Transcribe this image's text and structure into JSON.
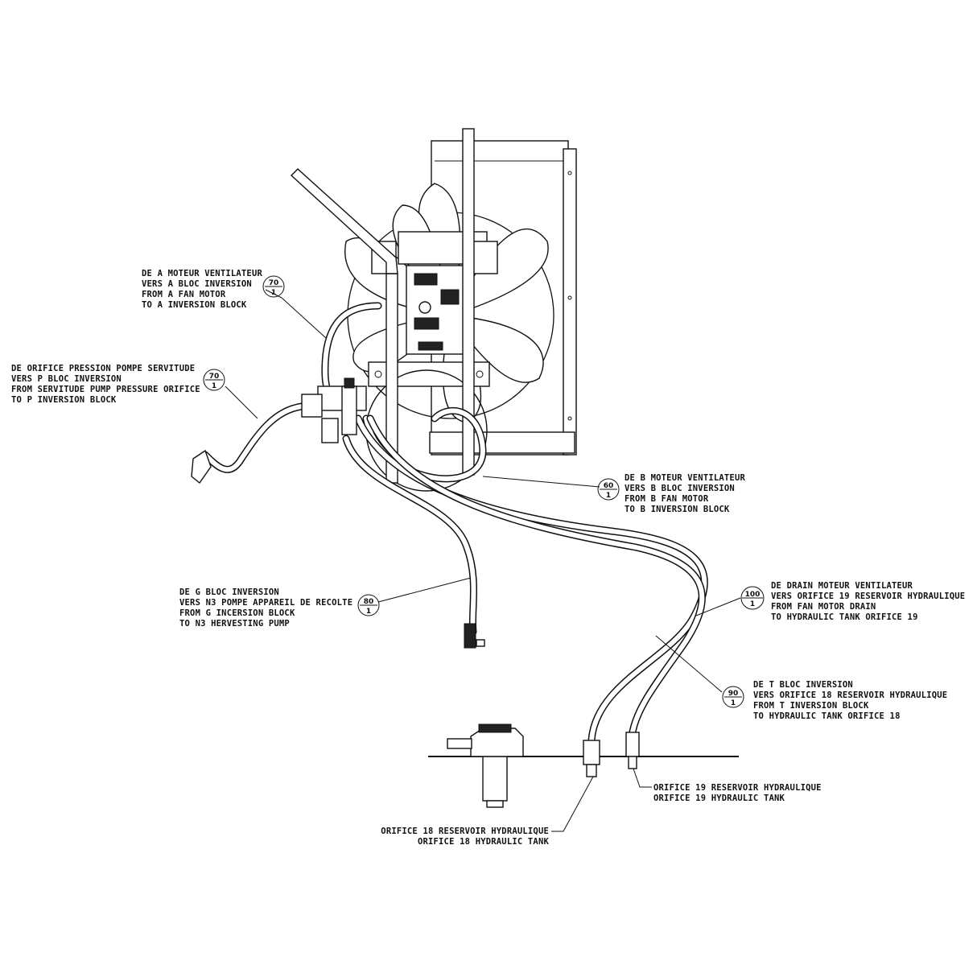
{
  "callouts": [
    {
      "id": "a-fan-motor",
      "bubble": "70",
      "bubble_sub": "1",
      "lines": [
        "DE A MOTEUR VENTILATEUR",
        "VERS A BLOC INVERSION",
        "FROM A FAN MOTOR",
        "TO A INVERSION BLOCK"
      ]
    },
    {
      "id": "p-inversion",
      "bubble": "70",
      "bubble_sub": "1",
      "lines": [
        "DE ORIFICE PRESSION POMPE SERVITUDE",
        "VERS P BLOC INVERSION",
        "FROM SERVITUDE PUMP PRESSURE ORIFICE",
        "TO P INVERSION BLOCK"
      ]
    },
    {
      "id": "b-fan-motor",
      "bubble": "60",
      "bubble_sub": "1",
      "lines": [
        "DE B MOTEUR VENTILATEUR",
        "VERS B BLOC INVERSION",
        "FROM B FAN MOTOR",
        "TO B INVERSION BLOCK"
      ]
    },
    {
      "id": "g-inversion",
      "bubble": "80",
      "bubble_sub": "1",
      "lines": [
        "DE G BLOC INVERSION",
        "VERS N3 POMPE APPAREIL DE RECOLTE",
        "FROM G INCERSION BLOCK",
        "TO N3 HERVESTING PUMP"
      ]
    },
    {
      "id": "drain-fan-motor",
      "bubble": "100",
      "bubble_sub": "1",
      "lines": [
        "DE DRAIN MOTEUR VENTILATEUR",
        "VERS ORIFICE 19 RESERVOIR HYDRAULIQUE",
        "FROM FAN MOTOR DRAIN",
        "TO HYDRAULIC TANK ORIFICE 19"
      ]
    },
    {
      "id": "t-inversion",
      "bubble": "90",
      "bubble_sub": "1",
      "lines": [
        "DE T BLOC INVERSION",
        "VERS ORIFICE 18 RESERVOIR HYDRAULIQUE",
        "FROM T INVERSION BLOCK",
        "TO HYDRAULIC TANK ORIFICE 18"
      ]
    }
  ],
  "port_labels": [
    {
      "id": "orifice-19",
      "lines": [
        "ORIFICE 19 RESERVOIR HYDRAULIQUE",
        "ORIFICE 19 HYDRAULIC TANK"
      ]
    },
    {
      "id": "orifice-18",
      "lines": [
        "ORIFICE 18 RESERVOIR HYDRAULIQUE",
        "ORIFICE 18 HYDRAULIC TANK"
      ]
    }
  ]
}
